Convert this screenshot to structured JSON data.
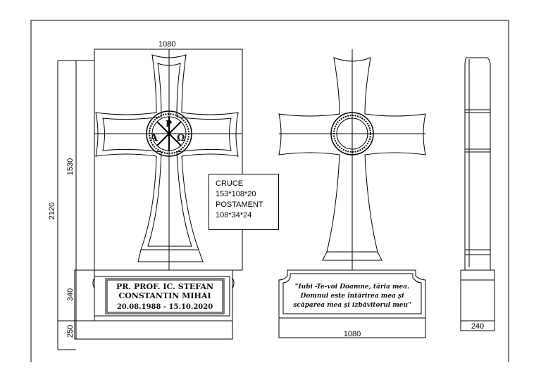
{
  "dimensions": {
    "cross_width": "1080",
    "cross_height": "1530",
    "total_height": "2120",
    "pedestal_height": "340",
    "base_height": "250",
    "base_width": "1080",
    "side_thickness": "240"
  },
  "front_plaque": {
    "line1": "PR. PROF. IC. STEFAN",
    "line2": "CONSTANTIN MIHAI",
    "line3": "20.08.1988 - 15.10.2020"
  },
  "medallion": {
    "alpha": "A",
    "omega": "Ω",
    "rho": "P"
  },
  "back_plaque": {
    "line1": "\"Iubi -Te-voi Doamne, tăria mea.",
    "line2": "Domnul este întărirea mea şi",
    "line3": "scăparea mea şi izbăvitorul meu\""
  },
  "specs": {
    "line1": "CRUCE",
    "line2": "153*108*20",
    "line3": "POSTAMENT",
    "line4": "108*34*24"
  },
  "colors": {
    "line": "#000000",
    "background": "#ffffff"
  }
}
